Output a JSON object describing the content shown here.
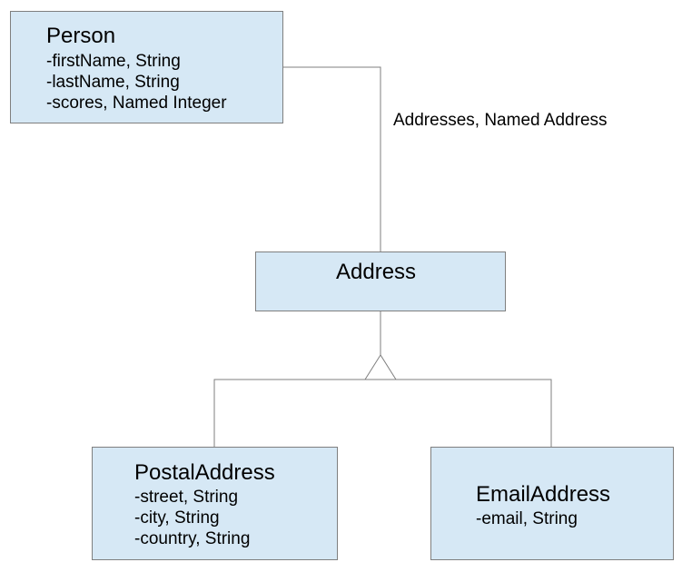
{
  "association": {
    "label": "Addresses, Named Address"
  },
  "classes": {
    "person": {
      "name": "Person",
      "attributes": [
        "-firstName, String",
        "-lastName, String",
        "-scores, Named Integer"
      ]
    },
    "address": {
      "name": "Address"
    },
    "postal_address": {
      "name": "PostalAddress",
      "attributes": [
        "-street, String",
        "-city, String",
        "-country, String"
      ]
    },
    "email_address": {
      "name": "EmailAddress",
      "attributes": [
        "-email, String"
      ]
    }
  },
  "colors": {
    "box_fill": "#d6e8f5",
    "box_border": "#7f7f7f",
    "line": "#7f7f7f"
  }
}
